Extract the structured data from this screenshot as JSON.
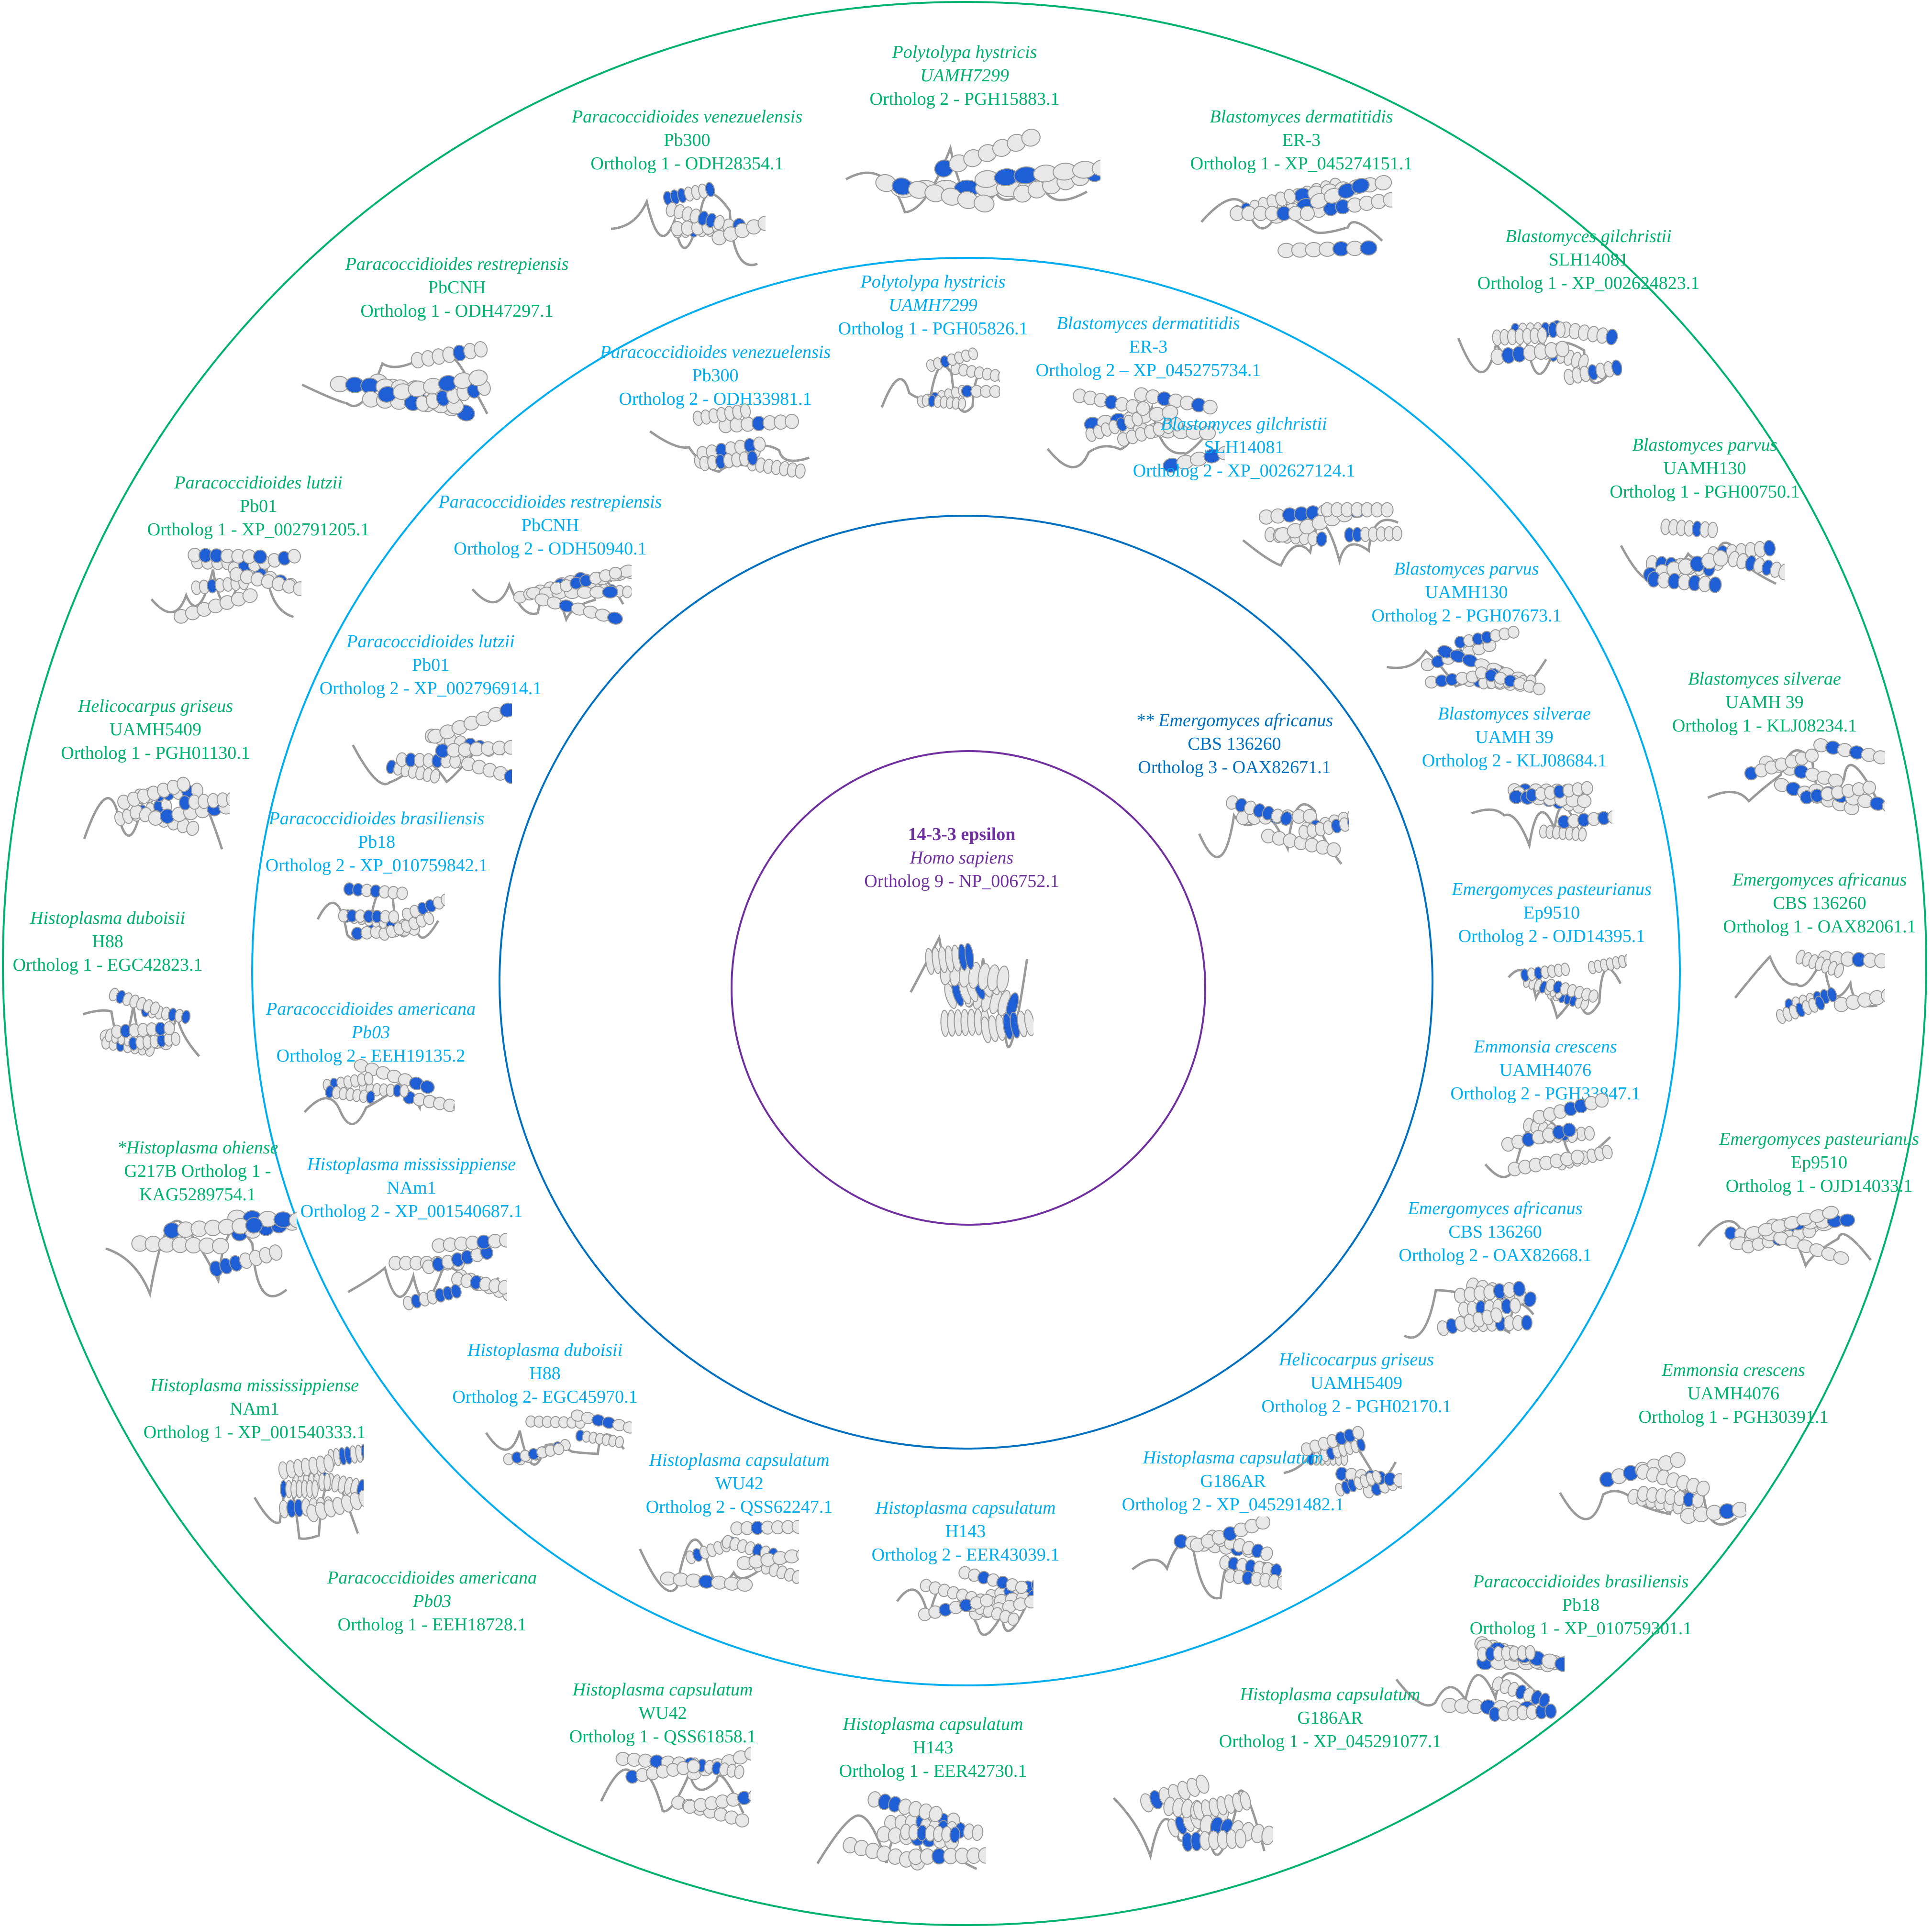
{
  "center": {
    "lines": [
      "14-3-3 epsilon",
      "Homo sapiens",
      "Ortholog 9 - NP_006752.1"
    ],
    "species_line": 1,
    "color": "#7030A0"
  },
  "ring_colors": {
    "outer": "#00B26F",
    "middle": "#00AEEF",
    "inner": "#0070C0",
    "center": "#7030A0"
  },
  "ribbon_colors": {
    "helix": "#E8E8E8",
    "outline": "#9A9A9A",
    "highlight": "#1F5FD6"
  },
  "outer_ring": [
    {
      "lines": [
        "Polytolypa hystricis",
        "UAMH7299",
        "Ortholog 2 - PGH15883.1"
      ],
      "italic": [
        0,
        1
      ]
    },
    {
      "lines": [
        "Blastomyces dermatitidis",
        "ER-3",
        "Ortholog 1 - XP_045274151.1"
      ],
      "italic": [
        0
      ]
    },
    {
      "lines": [
        "Blastomyces gilchristii",
        "SLH14081",
        "Ortholog 1 - XP_002624823.1"
      ],
      "italic": [
        0
      ]
    },
    {
      "lines": [
        "Blastomyces parvus",
        "UAMH130",
        "Ortholog 1 - PGH00750.1"
      ],
      "italic": [
        0
      ]
    },
    {
      "lines": [
        "Blastomyces silverae",
        "UAMH 39",
        "Ortholog 1 - KLJ08234.1"
      ],
      "italic": [
        0
      ]
    },
    {
      "lines": [
        "Emergomyces africanus",
        "CBS 136260",
        "Ortholog 1 - OAX82061.1"
      ],
      "italic": [
        0
      ]
    },
    {
      "lines": [
        "Emergomyces pasteurianus",
        "Ep9510",
        "Ortholog 1 - OJD14033.1"
      ],
      "italic": [
        0
      ]
    },
    {
      "lines": [
        "Emmonsia crescens",
        "UAMH4076",
        "Ortholog 1 - PGH30391.1"
      ],
      "italic": [
        0
      ]
    },
    {
      "lines": [
        "Paracoccidioides brasiliensis",
        "Pb18",
        "Ortholog 1 - XP_010759301.1"
      ],
      "italic": [
        0
      ]
    },
    {
      "lines": [
        "Histoplasma capsulatum",
        "G186AR",
        "Ortholog 1 - XP_045291077.1"
      ],
      "italic": [
        0
      ]
    },
    {
      "lines": [
        "Histoplasma capsulatum",
        "H143",
        "Ortholog 1 - EER42730.1"
      ],
      "italic": [
        0
      ]
    },
    {
      "lines": [
        "Histoplasma capsulatum",
        "WU42",
        "Ortholog 1 - QSS61858.1"
      ],
      "italic": [
        0
      ]
    },
    {
      "lines": [
        "Paracoccidioides americana",
        "Pb03",
        "Ortholog 1 - EEH18728.1"
      ],
      "italic": [
        0,
        1
      ]
    },
    {
      "lines": [
        "Histoplasma mississippiense",
        "NAm1",
        "Ortholog 1 - XP_001540333.1"
      ],
      "italic": [
        0
      ]
    },
    {
      "lines": [
        "*Histoplasma ohiense",
        "G217B Ortholog 1 -",
        "KAG5289754.1"
      ],
      "italic": [
        0
      ]
    },
    {
      "lines": [
        "Histoplasma duboisii",
        "H88",
        "Ortholog 1 - EGC42823.1"
      ],
      "italic": [
        0
      ]
    },
    {
      "lines": [
        "Helicocarpus griseus",
        "UAMH5409",
        "Ortholog 1 - PGH01130.1"
      ],
      "italic": [
        0
      ]
    },
    {
      "lines": [
        "Paracoccidioides lutzii",
        "Pb01",
        "Ortholog 1 - XP_002791205.1"
      ],
      "italic": [
        0
      ]
    },
    {
      "lines": [
        "Paracoccidioides restrepiensis",
        "PbCNH",
        "Ortholog 1 - ODH47297.1"
      ],
      "italic": [
        0
      ]
    },
    {
      "lines": [
        "Paracoccidioides venezuelensis",
        "Pb300",
        "Ortholog 1 - ODH28354.1"
      ],
      "italic": [
        0
      ]
    }
  ],
  "middle_ring": [
    {
      "lines": [
        "Polytolypa hystricis",
        "UAMH7299",
        "Ortholog 1 - PGH05826.1"
      ],
      "italic": [
        0,
        1
      ]
    },
    {
      "lines": [
        "Blastomyces dermatitidis",
        "ER-3",
        "Ortholog 2 – XP_045275734.1"
      ],
      "italic": [
        0
      ]
    },
    {
      "lines": [
        "Blastomyces gilchristii",
        "SLH14081",
        "Ortholog 2 - XP_002627124.1"
      ],
      "italic": [
        0
      ]
    },
    {
      "lines": [
        "Blastomyces parvus",
        "UAMH130",
        "Ortholog 2 - PGH07673.1"
      ],
      "italic": [
        0
      ]
    },
    {
      "lines": [
        "Blastomyces silverae",
        "UAMH 39",
        "Ortholog 2 - KLJ08684.1"
      ],
      "italic": [
        0
      ]
    },
    {
      "lines": [
        "Emergomyces pasteurianus",
        "Ep9510",
        "Ortholog 2 - OJD14395.1"
      ],
      "italic": [
        0
      ]
    },
    {
      "lines": [
        "Emmonsia crescens",
        "UAMH4076",
        "Ortholog 2 - PGH33847.1"
      ],
      "italic": [
        0
      ]
    },
    {
      "lines": [
        "Emergomyces africanus",
        "CBS 136260",
        "Ortholog 2 - OAX82668.1"
      ],
      "italic": [
        0
      ]
    },
    {
      "lines": [
        "Helicocarpus griseus",
        "UAMH5409",
        "Ortholog 2 - PGH02170.1"
      ],
      "italic": [
        0
      ]
    },
    {
      "lines": [
        "Histoplasma capsulatum",
        "G186AR",
        "Ortholog 2 - XP_045291482.1"
      ],
      "italic": [
        0
      ]
    },
    {
      "lines": [
        "Histoplasma capsulatum",
        "H143",
        "Ortholog 2 - EER43039.1"
      ],
      "italic": [
        0
      ]
    },
    {
      "lines": [
        "Histoplasma capsulatum",
        "WU42",
        "Ortholog 2 - QSS62247.1"
      ],
      "italic": [
        0
      ]
    },
    {
      "lines": [
        "Histoplasma duboisii",
        "H88",
        "Ortholog 2- EGC45970.1"
      ],
      "italic": [
        0
      ]
    },
    {
      "lines": [
        "Histoplasma mississippiense",
        "NAm1",
        "Ortholog 2 - XP_001540687.1"
      ],
      "italic": [
        0
      ]
    },
    {
      "lines": [
        "Paracoccidioides americana",
        "Pb03",
        "Ortholog 2 - EEH19135.2"
      ],
      "italic": [
        0,
        1
      ]
    },
    {
      "lines": [
        "Paracoccidioides brasiliensis",
        "Pb18",
        "Ortholog 2 - XP_010759842.1"
      ],
      "italic": [
        0
      ]
    },
    {
      "lines": [
        "Paracoccidioides lutzii",
        "Pb01",
        "Ortholog 2 - XP_002796914.1"
      ],
      "italic": [
        0
      ]
    },
    {
      "lines": [
        "Paracoccidioides restrepiensis",
        "PbCNH",
        "Ortholog 2 - ODH50940.1"
      ],
      "italic": [
        0
      ]
    },
    {
      "lines": [
        "Paracoccidioides venezuelensis",
        "Pb300",
        "Ortholog 2 - ODH33981.1"
      ],
      "italic": [
        0
      ]
    }
  ],
  "inner_ring": [
    {
      "lines": [
        "** Emergomyces africanus",
        "CBS 136260",
        "Ortholog 3 - OAX82671.1"
      ],
      "italic": [
        0
      ]
    }
  ]
}
